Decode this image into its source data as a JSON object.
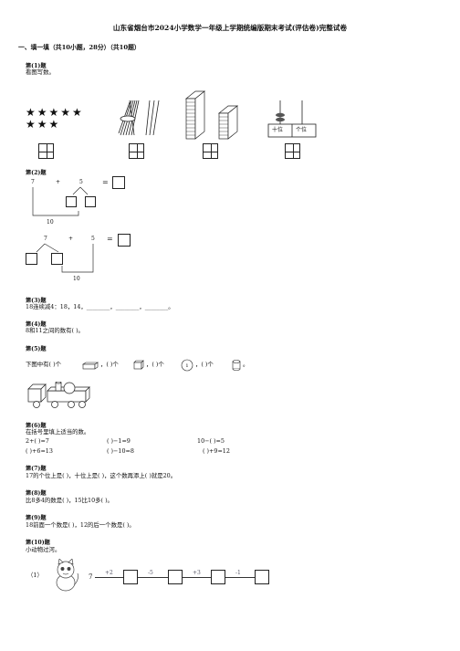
{
  "title": "山东省烟台市2024小学数学一年级上学期统编版期末考试(评估卷)完整试卷",
  "section1": "一、填一填（共10小题，28分）（共10题）",
  "q1": {
    "head": "第(1)题",
    "text": "看图写数。",
    "abacus_tens": "十位",
    "abacus_ones": "个位",
    "stars": "★★★★★",
    "stars2": "★★★"
  },
  "q2": {
    "head": "第(2)题",
    "a1": "7",
    "op1": "+",
    "a2": "5",
    "eq": "=",
    "sum": "10",
    "b1": "7",
    "op2": "+",
    "b2": "5",
    "eq2": "=",
    "sum2": "10"
  },
  "q3": {
    "head": "第(3)题",
    "text": "18连续减4：18，14，________，________，________。"
  },
  "q4": {
    "head": "第(4)题",
    "text": "8和11之间的数有(     )。"
  },
  "q5": {
    "head": "第(5)题",
    "p1": "下图中有(      )个",
    "p2": "，(      )个",
    "p3": "，(      )个",
    "p4": "，(      )个",
    "end": "。"
  },
  "q6": {
    "head": "第(6)题",
    "text": "在括号里填上适当的数。",
    "r1c1": "2+(      )=7",
    "r1c2": "(      )−1=9",
    "r1c3": "10−(      )=5",
    "r2c1": "(      )+6=13",
    "r2c2": "(      )−10=8",
    "r2c3": "(      )+9=12"
  },
  "q7": {
    "head": "第(7)题",
    "text": "17的个位上是(      )，十位上是(      )，这个数再添上(      )就是20。"
  },
  "q8": {
    "head": "第(8)题",
    "text": "比8多4的数是(      )，15比10多(      )。"
  },
  "q9": {
    "head": "第(9)题",
    "text": "18前面一个数是(      )，12的后一个数是(      )。"
  },
  "q10": {
    "head": "第(10)题",
    "text": "小动物过河。",
    "label": "（1）",
    "start": "7",
    "s1": "+2",
    "s2": "-5",
    "s3": "+3",
    "s4": "-1"
  }
}
